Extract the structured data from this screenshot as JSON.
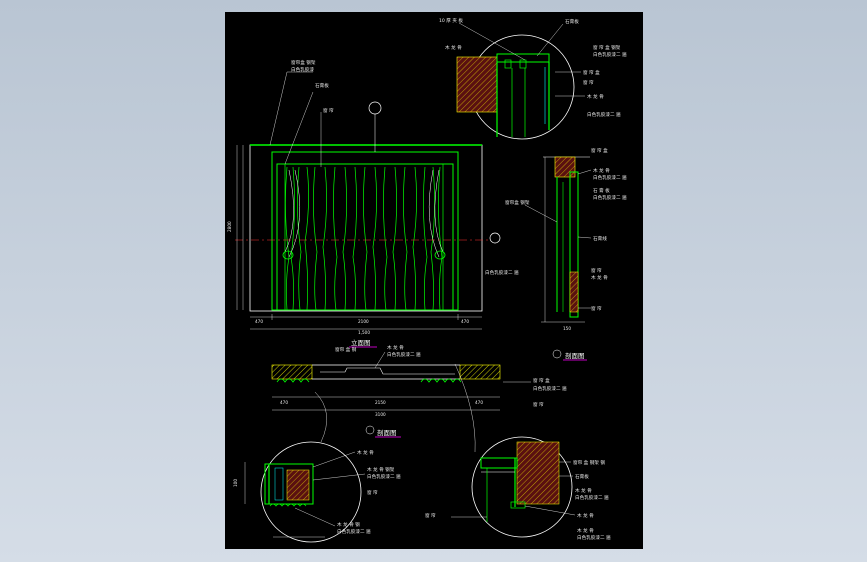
{
  "drawing": {
    "background": "#000000",
    "window_background": "#c9d3de",
    "colors": {
      "primary_line": "#00ff00",
      "text": "#ffffff",
      "hatch": "#ffff00",
      "accent": "#ff00ff",
      "section_fill": "#8b1a1a"
    },
    "views": {
      "elevation": {
        "title": "立面图",
        "dims_bottom": [
          "470",
          "2100",
          "470"
        ],
        "dim_total": "1,500",
        "dims_left": [
          "2800"
        ],
        "labels": [
          "窗帘盒 钢架",
          "白色乳胶漆",
          "石膏板",
          "窗 帘"
        ]
      },
      "section_side": {
        "title": "剖面图",
        "dims_bottom": [
          "150"
        ],
        "labels": [
          "窗 帘 盒",
          "窗帘盒 钢架",
          "木 龙 骨",
          "白色乳胶漆二 遍",
          "石 膏 板",
          "白色乳胶漆二 遍",
          "石膏线",
          "窗 帘",
          "木 龙 骨",
          "白色乳胶漆二 遍",
          "窗 帘"
        ]
      },
      "section_plan": {
        "title": "剖面图",
        "dims_bottom": [
          "470",
          "2150",
          "470"
        ],
        "dim_total": "3100",
        "labels": [
          "窗帘 盒 钢",
          "木 龙 骨",
          "白色乳胶漆二 遍",
          "窗 帘 盒",
          "白色乳胶漆二 遍",
          "窗 帘"
        ]
      },
      "detail_top": {
        "labels": [
          "10 厚 夹 板",
          "木 龙 骨",
          "石膏板",
          "窗 帘 盒 钢架",
          "白色乳胶漆二 遍",
          "窗 帘 盒",
          "窗 帘",
          "木 龙 骨",
          "白色乳胶漆二 遍"
        ]
      },
      "detail_bottom_left": {
        "labels": [
          "木 龙 骨",
          "木 龙 骨 钢架",
          "白色乳胶漆二 遍",
          "窗 帘",
          "木 龙 骨 钢",
          "白色乳胶漆二 遍"
        ],
        "dim": "100"
      },
      "detail_bottom_right": {
        "labels": [
          "窗帘 盒 钢架 钢",
          "石膏板",
          "木 龙 骨",
          "白色乳胶漆二 遍",
          "木 龙 骨",
          "窗 帘",
          "木 龙 骨",
          "白色乳胶漆二 遍"
        ]
      }
    }
  }
}
